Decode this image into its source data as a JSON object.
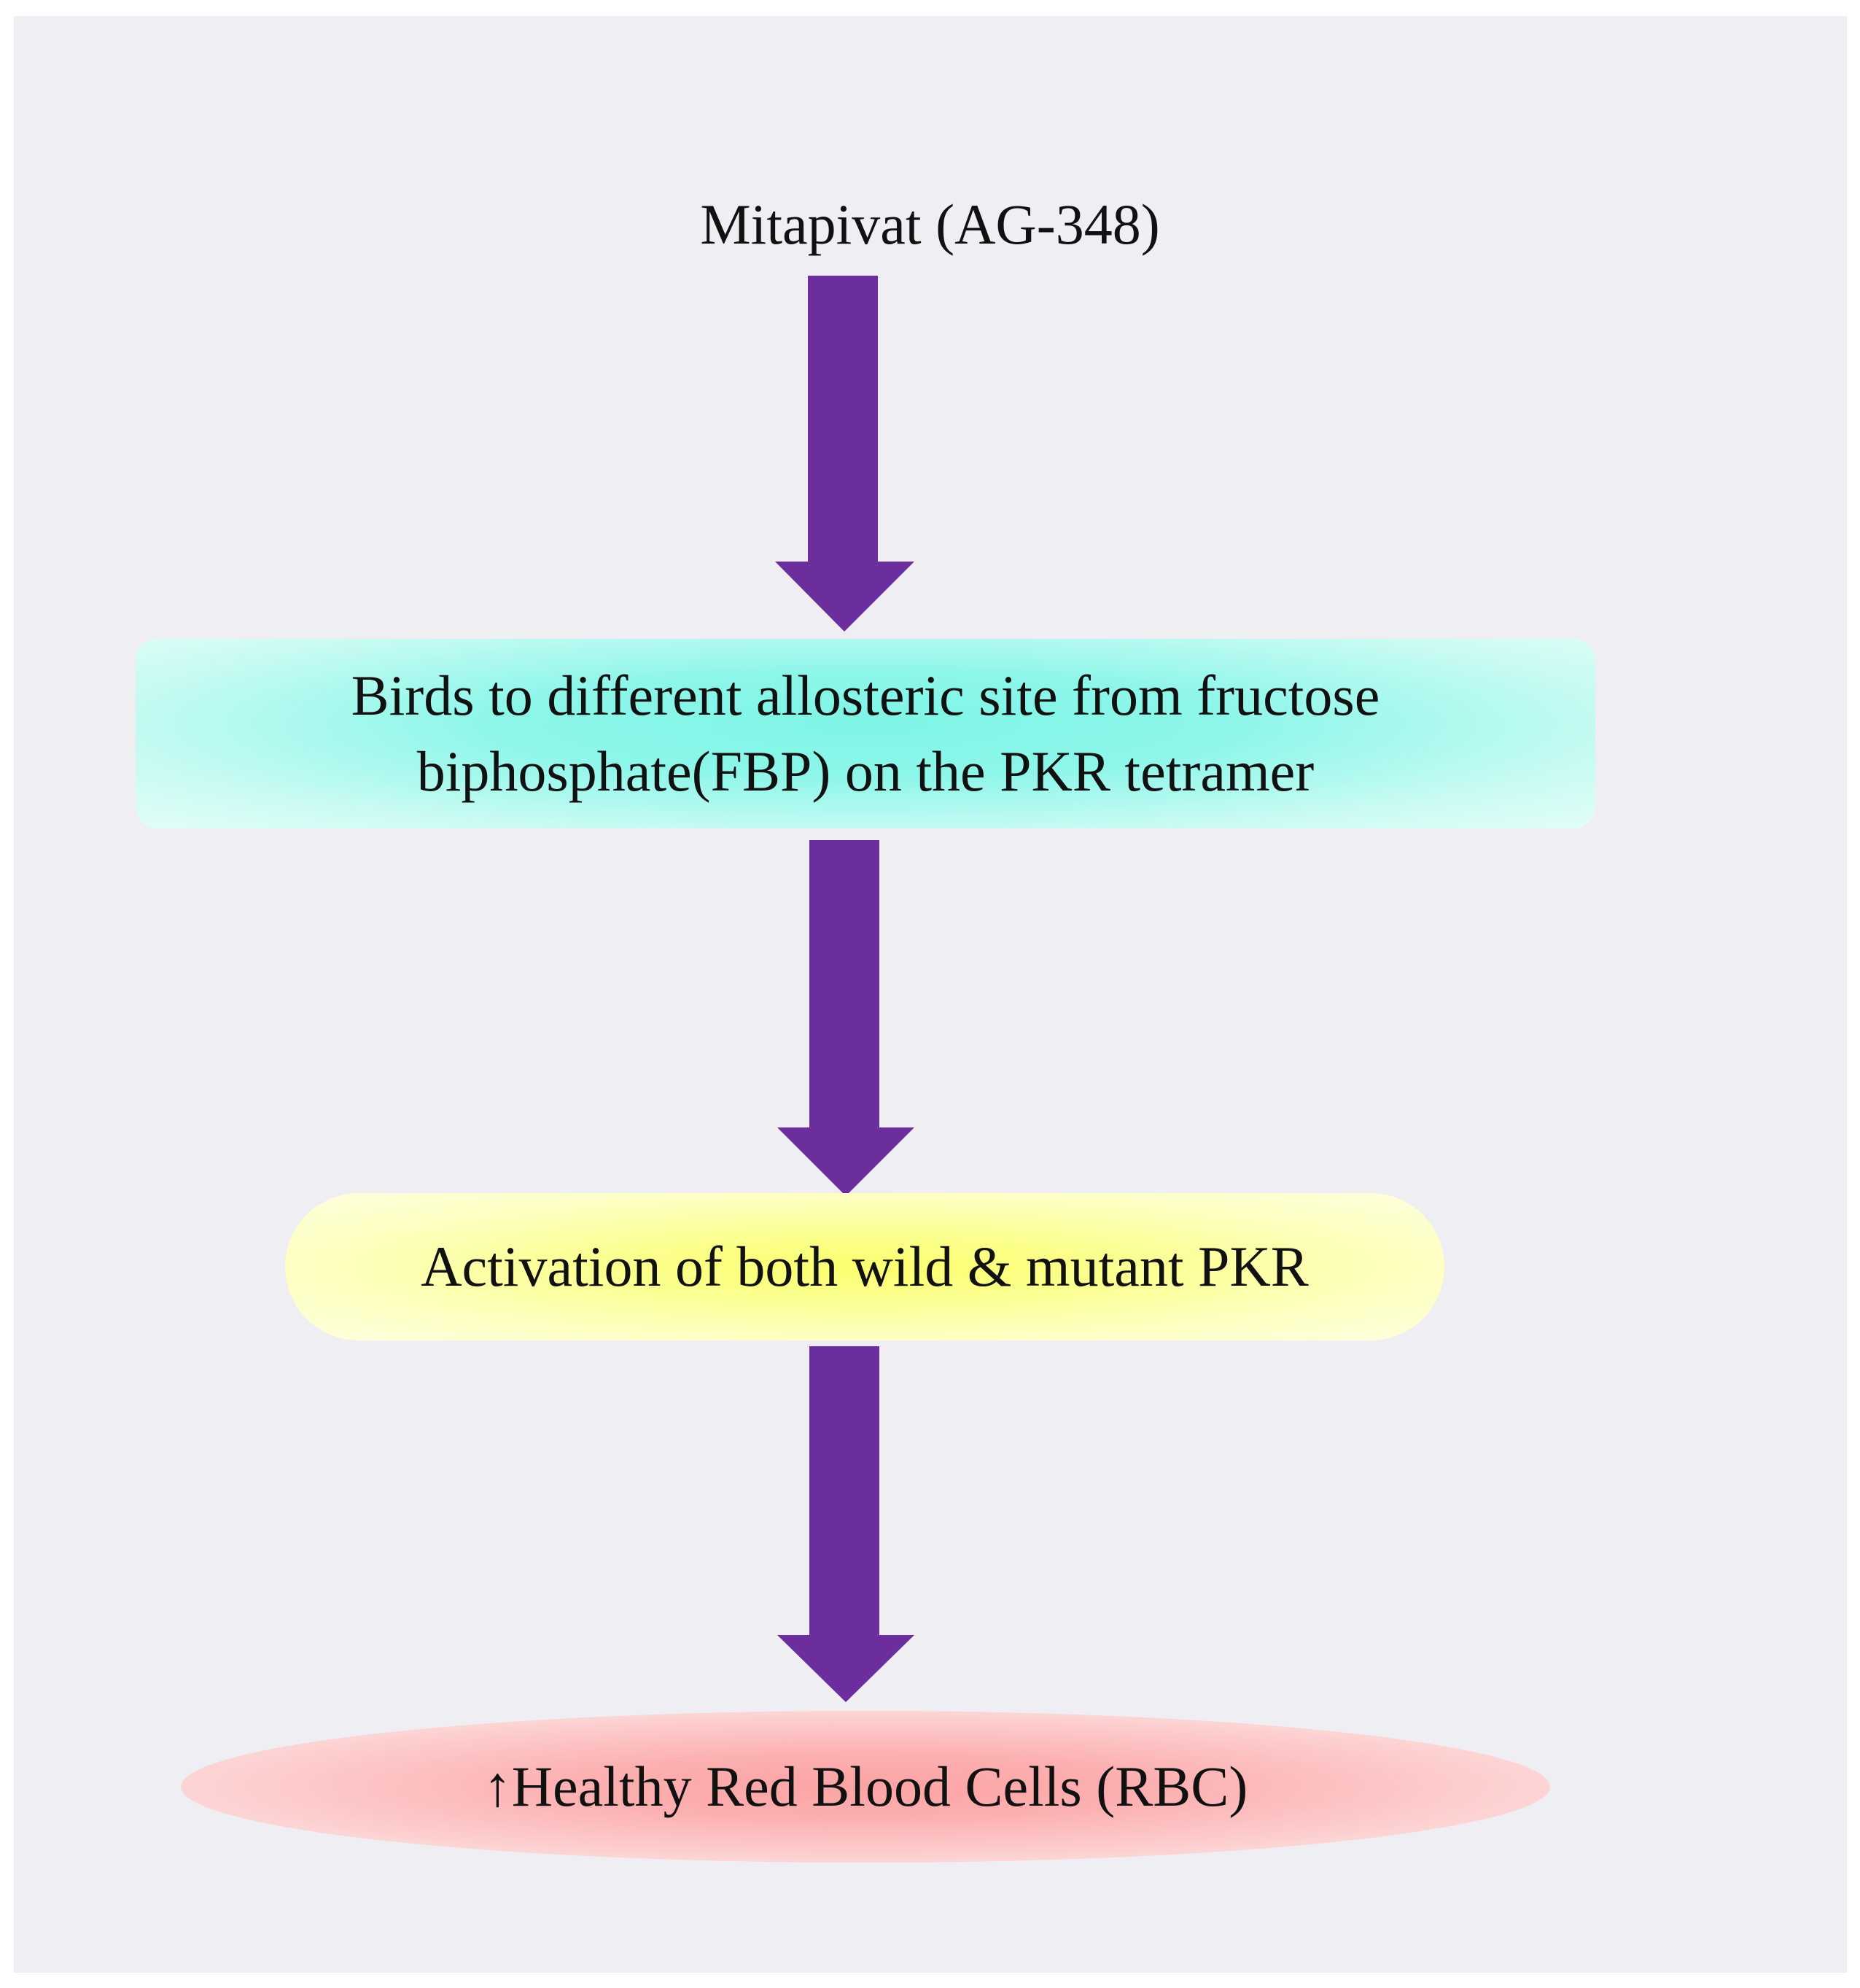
{
  "diagram": {
    "start_label": "Mitapivat (AG-348)",
    "steps": [
      {
        "line1": "Birds to different allosteric site from fructose",
        "line2": "biphosphate(FBP) on the PKR tetramer"
      },
      {
        "label": "Activation of both wild & mutant PKR"
      },
      {
        "label": "↑Healthy Red Blood Cells (RBC)"
      }
    ],
    "colors": {
      "arrow": "#6c2e9c",
      "background": "#efeef3",
      "step1_fill": "#7ef5e6",
      "step2_fill": "#fbff6e",
      "step3_fill": "#fca3a4"
    }
  }
}
